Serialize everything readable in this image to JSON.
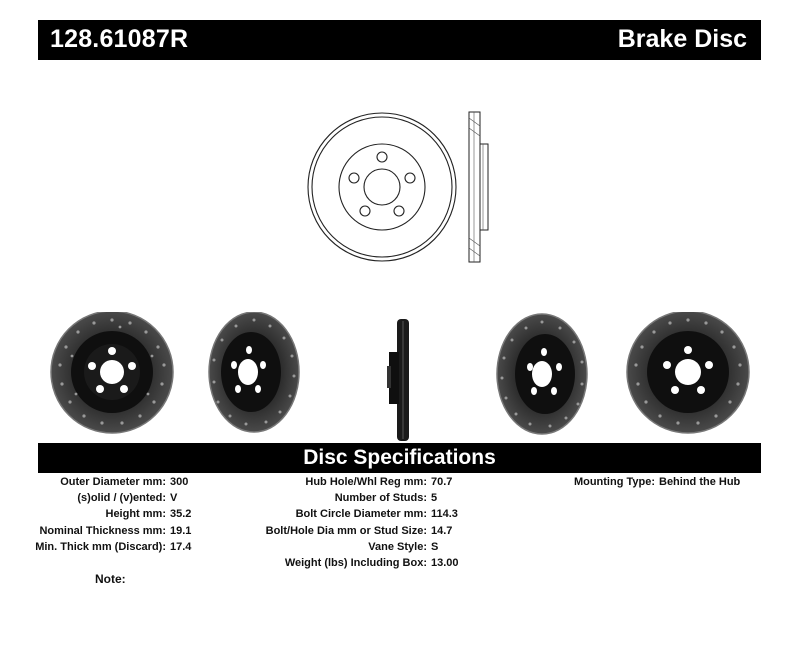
{
  "header": {
    "part_number": "128.61087R",
    "product_type": "Brake Disc"
  },
  "specs": {
    "title": "Disc Specifications",
    "col1": [
      {
        "label": "Outer Diameter mm:",
        "value": "300"
      },
      {
        "label": "(s)olid / (v)ented:",
        "value": "V"
      },
      {
        "label": "Height mm:",
        "value": "35.2"
      },
      {
        "label": "Nominal Thickness mm:",
        "value": "19.1"
      },
      {
        "label": "Min. Thick mm (Discard):",
        "value": "17.4"
      }
    ],
    "col2": [
      {
        "label": "Hub Hole/Whl Reg mm:",
        "value": "70.7"
      },
      {
        "label": "Number of Studs:",
        "value": "5"
      },
      {
        "label": "Bolt Circle Diameter mm:",
        "value": "114.3"
      },
      {
        "label": "Bolt/Hole Dia mm or Stud Size:",
        "value": "14.7"
      },
      {
        "label": "Vane Style:",
        "value": "S"
      },
      {
        "label": "Weight (lbs) Including Box:",
        "value": "13.00"
      }
    ],
    "col3": [
      {
        "label": "Mounting Type:",
        "value": "Behind the Hub"
      }
    ]
  },
  "note_label": "Note:",
  "colors": {
    "bar": "#000000",
    "disc_face": "#1f1f1f",
    "disc_rim": "#3a3a3a",
    "drill_hole": "#9a9a9a"
  }
}
